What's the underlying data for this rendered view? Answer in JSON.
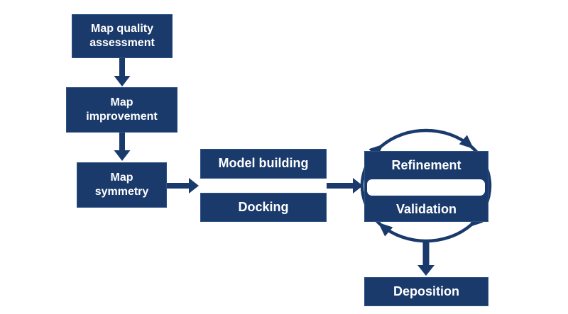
{
  "diagram": {
    "type": "flowchart",
    "background": "#ffffff"
  },
  "colors": {
    "node_fill": "#1a3a6c",
    "node_border": "#2d5186",
    "arrow": "#1a3a6c",
    "label_text": "#ffffff",
    "background": "#ffffff"
  },
  "nodes": [
    {
      "id": "map-quality-assessment",
      "lines": [
        "Map quality",
        "assessment"
      ]
    },
    {
      "id": "map-improvement",
      "lines": [
        "Map",
        "improvement"
      ]
    },
    {
      "id": "map-symmetry",
      "lines": [
        "Map",
        "symmetry"
      ]
    },
    {
      "id": "model-building",
      "lines": [
        "Model building"
      ]
    },
    {
      "id": "docking",
      "lines": [
        "Docking"
      ]
    },
    {
      "id": "refinement",
      "lines": [
        "Refinement"
      ]
    },
    {
      "id": "validation",
      "lines": [
        "Validation"
      ]
    },
    {
      "id": "deposition",
      "lines": [
        "Deposition"
      ]
    }
  ],
  "connections": [
    {
      "from": "map-quality-assessment",
      "to": "map-improvement",
      "style": "straight-arrow-down"
    },
    {
      "from": "map-improvement",
      "to": "map-symmetry",
      "style": "straight-arrow-down"
    },
    {
      "from": "map-symmetry",
      "to": "model-building-and-docking",
      "style": "straight-arrow-right"
    },
    {
      "from": "model-building-and-docking",
      "to": "refinement-and-validation",
      "style": "straight-arrow-right"
    },
    {
      "between": [
        "refinement",
        "validation"
      ],
      "style": "elliptical-cycle",
      "direction": "clockwise",
      "arrowheads": 4
    },
    {
      "from": "refinement-and-validation",
      "to": "deposition",
      "style": "straight-arrow-down"
    }
  ]
}
